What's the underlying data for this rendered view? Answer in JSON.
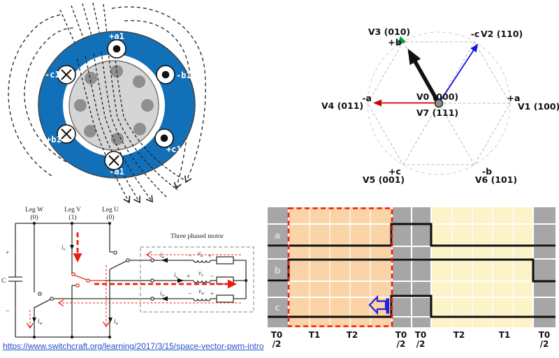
{
  "colors": {
    "motor_blue": "#1170B8",
    "rotor_gray": "#D5D5D5",
    "rotor_dot_gray": "#8F8F8F",
    "vector_red": "#CC0000",
    "vector_blue": "#1414E0",
    "vector_green": "#009A44",
    "pwm_gray": "#A6A6A6",
    "pwm_orange": "#FAD3A6",
    "pwm_yellow": "#FDF3C9",
    "highlight_red": "#EC1C0F",
    "arrow_blue": "#2121DE",
    "link_blue": "#2353C8"
  },
  "motor": {
    "slots": [
      {
        "label": "+a1",
        "symbol": "dot"
      },
      {
        "label": "-b1",
        "symbol": "dot"
      },
      {
        "label": "+c1",
        "symbol": "dot"
      },
      {
        "label": "-a1",
        "symbol": "cross"
      },
      {
        "label": "+b1",
        "symbol": "cross"
      },
      {
        "label": "-c1",
        "symbol": "cross"
      }
    ]
  },
  "vector": {
    "v0": "V0 (000)",
    "v1": "V1 (100)",
    "v2": "V2 (110)",
    "v3": "V3 (010)",
    "v4": "V4 (011)",
    "v5": "V5 (001)",
    "v6": "V6 (101)",
    "v7": "V7 (111)",
    "axis_pa": "+a",
    "axis_ma": "-a",
    "axis_pb": "+b",
    "axis_mb": "-b",
    "axis_pc": "+c",
    "axis_mc": "-c"
  },
  "circuit": {
    "legs": [
      {
        "name": "Leg W",
        "state": "(0)"
      },
      {
        "name": "Leg V",
        "state": "(1)"
      },
      {
        "name": "Leg U",
        "state": "(0)"
      }
    ],
    "cap_label": "C",
    "plus": "+",
    "minus": "−",
    "motor_title": "Three phased motor",
    "sym_i": "i",
    "sym_v": "v",
    "sub_u": "u",
    "sub_v": "v",
    "sub_w": "w"
  },
  "pwm": {
    "row_labels": [
      "a",
      "b",
      "c"
    ],
    "segments": [
      {
        "l1": "T0",
        "l2": "/2"
      },
      {
        "l1": "T1",
        "l2": ""
      },
      {
        "l1": "T2",
        "l2": ""
      },
      {
        "l1": "T0",
        "l2": "/2"
      },
      {
        "l1": "T0",
        "l2": "/2"
      },
      {
        "l1": "T2",
        "l2": ""
      },
      {
        "l1": "T1",
        "l2": ""
      },
      {
        "l1": "T0",
        "l2": "/2"
      }
    ]
  },
  "link": {
    "text": "https://www.switchcraft.org/learning/2017/3/15/space-vector-pwm-intro"
  }
}
